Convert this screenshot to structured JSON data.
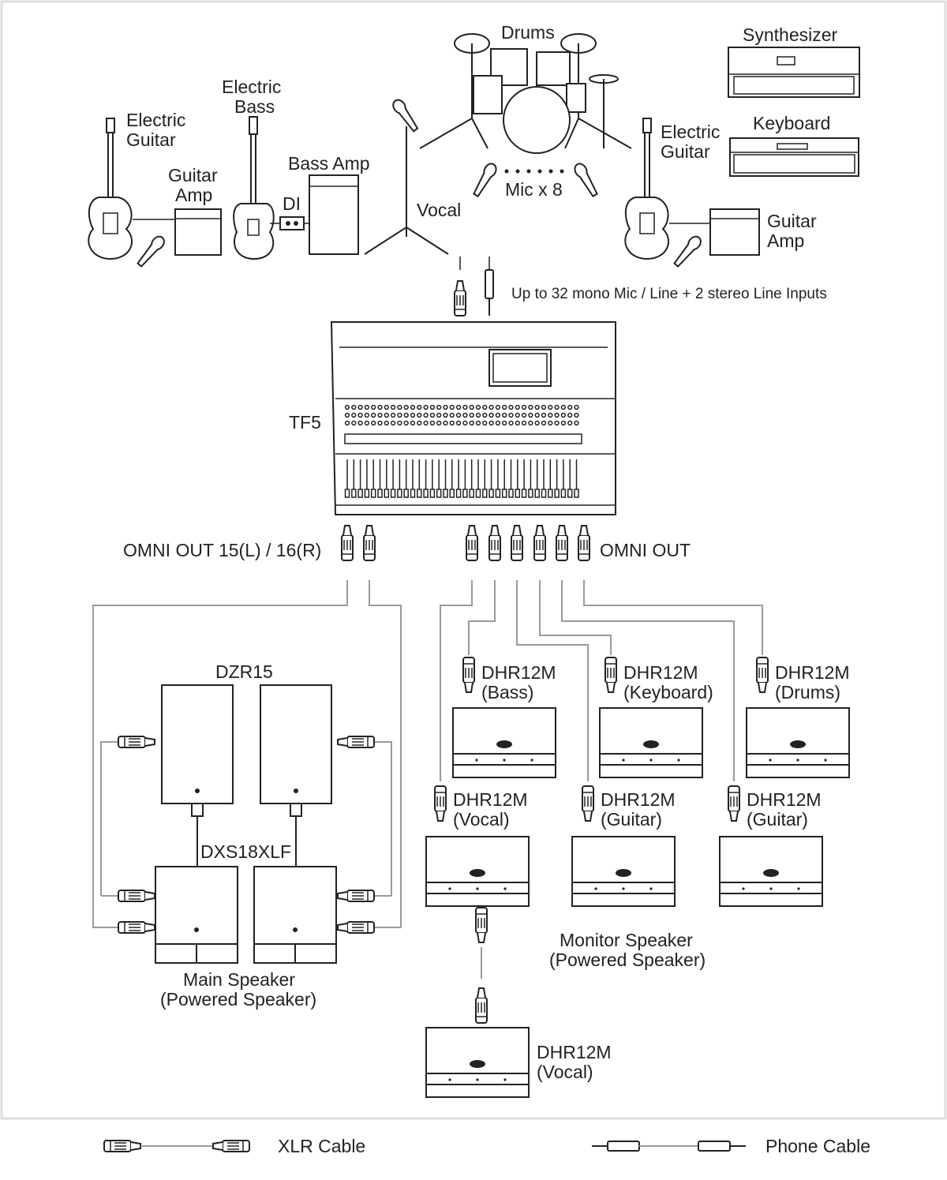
{
  "colors": {
    "line": "#222222",
    "cable": "#9a9a9a",
    "frame": "#dddddd",
    "background": "#ffffff"
  },
  "instruments": {
    "drums": "Drums",
    "synthesizer": "Synthesizer",
    "keyboard": "Keyboard",
    "electric_bass": [
      "Electric",
      "Bass"
    ],
    "electric_guitar_left": [
      "Electric",
      "Guitar"
    ],
    "electric_guitar_right": [
      "Electric",
      "Guitar"
    ],
    "guitar_amp_left": [
      "Guitar",
      "Amp"
    ],
    "guitar_amp_right": [
      "Guitar",
      "Amp"
    ],
    "bass_amp": "Bass Amp",
    "di": "DI",
    "vocal": "Vocal",
    "mics": "Mic x 8"
  },
  "inputs_label": "Up to 32 mono Mic / Line + 2 stereo Line Inputs",
  "console": {
    "name": "TF5"
  },
  "outputs": {
    "omni_main": "OMNI OUT 15(L) / 16(R)",
    "omni": "OMNI OUT"
  },
  "main_speakers": {
    "top_model": "DZR15",
    "sub_model": "DXS18XLF",
    "caption": [
      "Main Speaker",
      "(Powered Speaker)"
    ]
  },
  "monitors": {
    "items": [
      {
        "model": "DHR12M",
        "role": "(Bass)"
      },
      {
        "model": "DHR12M",
        "role": "(Keyboard)"
      },
      {
        "model": "DHR12M",
        "role": "(Drums)"
      },
      {
        "model": "DHR12M",
        "role": "(Vocal)"
      },
      {
        "model": "DHR12M",
        "role": "(Guitar)"
      },
      {
        "model": "DHR12M",
        "role": "(Guitar)"
      },
      {
        "model": "DHR12M",
        "role": "(Vocal)"
      }
    ],
    "caption": [
      "Monitor Speaker",
      "(Powered Speaker)"
    ]
  },
  "legend": {
    "xlr": "XLR Cable",
    "phone": "Phone Cable"
  }
}
